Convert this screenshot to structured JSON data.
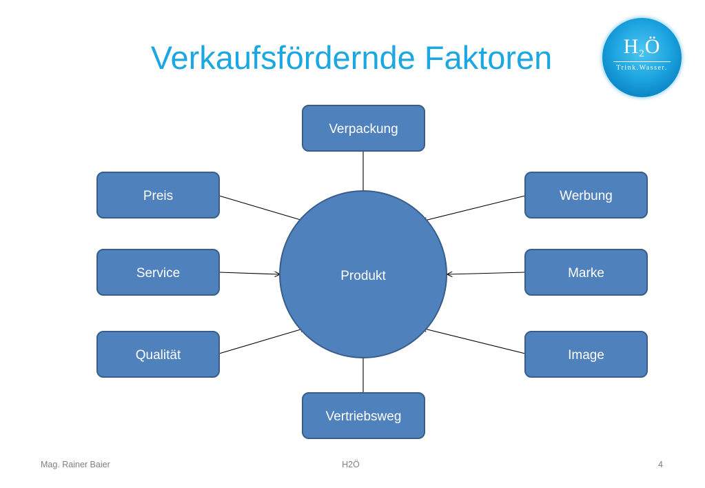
{
  "slide": {
    "title": "Verkaufsfördernde Faktoren"
  },
  "logo": {
    "mark_text": "HÖ",
    "mark_subscript": "2",
    "tagline": "Trink.Wasser."
  },
  "diagram": {
    "center": "Produkt",
    "factors": [
      {
        "id": "verpackung",
        "label": "Verpackung"
      },
      {
        "id": "preis",
        "label": "Preis"
      },
      {
        "id": "werbung",
        "label": "Werbung"
      },
      {
        "id": "service",
        "label": "Service"
      },
      {
        "id": "marke",
        "label": "Marke"
      },
      {
        "id": "qualitaet",
        "label": "Qualität"
      },
      {
        "id": "image",
        "label": "Image"
      },
      {
        "id": "vertriebsweg",
        "label": "Vertriebsweg"
      }
    ]
  },
  "footer": {
    "author": "Mag. Rainer Baier",
    "center": "H2Ö",
    "page_number": "4"
  },
  "colors": {
    "title": "#1ba7e2",
    "node_fill": "#4f81bd",
    "node_border": "#385d8a",
    "connector": "#000000",
    "footer_text": "#7f7f7f"
  }
}
